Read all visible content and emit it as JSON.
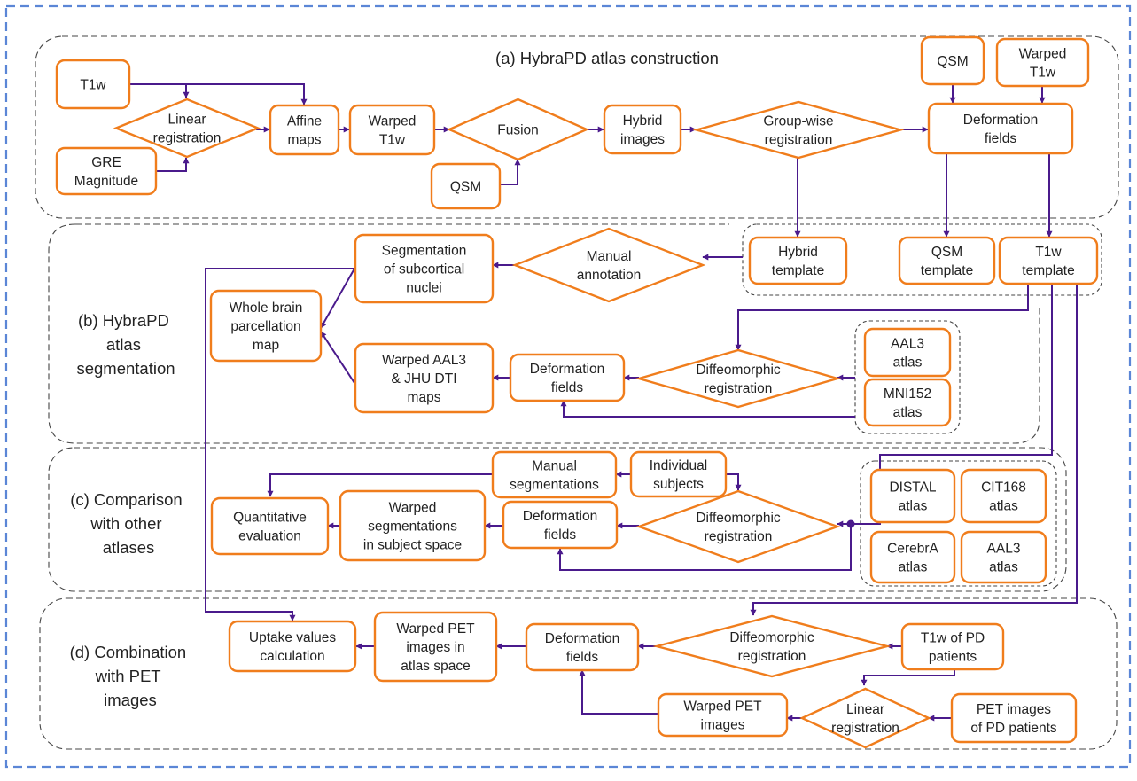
{
  "sections": {
    "a": {
      "title": "(a) HybraPD atlas construction"
    },
    "b": {
      "title": [
        "(b) HybraPD",
        "atlas",
        "segmentation"
      ]
    },
    "c": {
      "title": [
        "(c) Comparison",
        "with other",
        "atlases"
      ]
    },
    "d": {
      "title": [
        "(d) Combination",
        "with PET",
        "images"
      ]
    }
  },
  "nodes": {
    "a_t1w": [
      "T1w"
    ],
    "a_gre": [
      "GRE",
      "Magnitude"
    ],
    "a_linear": [
      "Linear",
      "registration"
    ],
    "a_affine": [
      "Affine",
      "maps"
    ],
    "a_warped_t1w": [
      "Warped",
      "T1w"
    ],
    "a_fusion": [
      "Fusion"
    ],
    "a_qsm_fusion": [
      "QSM"
    ],
    "a_hybrid_images": [
      "Hybrid",
      "images"
    ],
    "a_groupwise": [
      "Group-wise",
      "registration"
    ],
    "a_qsm_top": [
      "QSM"
    ],
    "a_warped_t1w_top": [
      "Warped",
      "T1w"
    ],
    "a_deformation": [
      "Deformation",
      "fields"
    ],
    "b_hybrid_template": [
      "Hybrid",
      "template"
    ],
    "b_qsm_template": [
      "QSM",
      "template"
    ],
    "b_t1w_template": [
      "T1w",
      "template"
    ],
    "b_manual_annotation": [
      "Manual",
      "annotation"
    ],
    "b_segmentation": [
      "Segmentation",
      "of subcortical",
      "nuclei"
    ],
    "b_whole_brain": [
      "Whole brain",
      "parcellation",
      "map"
    ],
    "b_warped_aal3": [
      "Warped AAL3",
      "& JHU DTI",
      "maps"
    ],
    "b_deformation": [
      "Deformation",
      "fields"
    ],
    "b_diffeo": [
      "Diffeomorphic",
      "registration"
    ],
    "b_aal3": [
      "AAL3",
      "atlas"
    ],
    "b_mni152": [
      "MNI152",
      "atlas"
    ],
    "c_manual_seg": [
      "Manual",
      "segmentations"
    ],
    "c_individual": [
      "Individual",
      "subjects"
    ],
    "c_quant": [
      "Quantitative",
      "evaluation"
    ],
    "c_warped_seg": [
      "Warped",
      "segmentations",
      "in subject space"
    ],
    "c_deformation": [
      "Deformation",
      "fields"
    ],
    "c_diffeo": [
      "Diffeomorphic",
      "registration"
    ],
    "c_distal": [
      "DISTAL",
      "atlas"
    ],
    "c_cit168": [
      "CIT168",
      "atlas"
    ],
    "c_cerebra": [
      "CerebrA",
      "atlas"
    ],
    "c_aal3": [
      "AAL3",
      "atlas"
    ],
    "d_uptake": [
      "Uptake values",
      "calculation"
    ],
    "d_warped_pet_atlas": [
      "Warped PET",
      "images in",
      "atlas space"
    ],
    "d_deformation": [
      "Deformation",
      "fields"
    ],
    "d_diffeo": [
      "Diffeomorphic",
      "registration"
    ],
    "d_t1w_pd": [
      "T1w of PD",
      "patients"
    ],
    "d_warped_pet": [
      "Warped PET",
      "images"
    ],
    "d_linear": [
      "Linear",
      "registration"
    ],
    "d_pet_pd": [
      "PET images",
      "of PD patients"
    ]
  },
  "colors": {
    "box_stroke": "#f07d1c",
    "arrow": "#4a1a8c",
    "outer_frame": "#5b86d6",
    "section_border": "#444444"
  }
}
